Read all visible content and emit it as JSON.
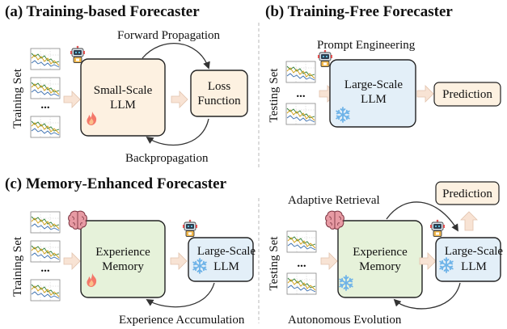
{
  "panels": {
    "a": {
      "title": "(a) Training-based Forecaster",
      "side_label": "Training Set",
      "model_line1": "Small-Scale",
      "model_line2": "LLM",
      "loss_line1": "Loss",
      "loss_line2": "Function",
      "top_arrow_label": "Forward Propagation",
      "bottom_arrow_label": "Backpropagation",
      "ellipsis": "..."
    },
    "b": {
      "title": "(b) Training-Free Forecaster",
      "side_label": "Testing Set",
      "prompt_label": "Prompt Engineering",
      "model_line1": "Large-Scale",
      "model_line2": "LLM",
      "output_label": "Prediction",
      "ellipsis": "..."
    },
    "c": {
      "title": "(c)  Memory-Enhanced Forecaster",
      "left": {
        "side_label": "Training Set",
        "memory_line1": "Experience",
        "memory_line2": "Memory",
        "model_line1": "Large-Scale",
        "model_line2": "LLM",
        "bottom_arrow_label": "Experience Accumulation",
        "ellipsis": "..."
      },
      "right": {
        "side_label": "Testing Set",
        "memory_line1": "Experience",
        "memory_line2": "Memory",
        "model_line1": "Large-Scale",
        "model_line2": "LLM",
        "top_arrow_label": "Adaptive Retrieval",
        "bottom_arrow_label": "Autonomous Evolution",
        "output_label": "Prediction",
        "ellipsis": "..."
      }
    }
  },
  "colors": {
    "small_llm_fill": "#fdf1e1",
    "large_llm_fill": "#e3eff8",
    "memory_fill": "#e6f2da",
    "prediction_fill": "#fdf1e1",
    "arrow_fill": "#f8e3d4",
    "dashed_divider": "#b8b8b8",
    "fire": "#f4786a",
    "snow": "#6eb3e8",
    "brain": "#e79aa3"
  },
  "icons": [
    "robot-icon",
    "fire-icon",
    "snowflake-icon",
    "brain-icon",
    "mini-chart-icon"
  ]
}
